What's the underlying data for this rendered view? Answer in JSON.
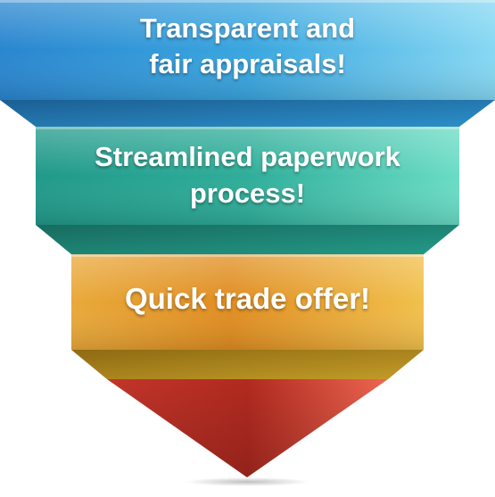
{
  "funnel": {
    "band1": {
      "text": "Transparent and\nfair appraisals!"
    },
    "band2": {
      "text": "Streamlined paperwork\nprocess!"
    },
    "band3": {
      "text": "Quick trade offer!"
    }
  },
  "colors": {
    "blue_light": "#7fd4f0",
    "blue_mid": "#3aa6df",
    "blue_dark": "#1d6fb3",
    "teal_light": "#5ed8bf",
    "teal_mid": "#2fae9a",
    "teal_dark": "#1c7a6c",
    "gold_light": "#f2c14f",
    "gold_mid": "#e2941f",
    "gold_dark": "#a8751a",
    "red_light": "#f06a50",
    "red_mid": "#c7352a",
    "red_dark": "#8f2118"
  }
}
